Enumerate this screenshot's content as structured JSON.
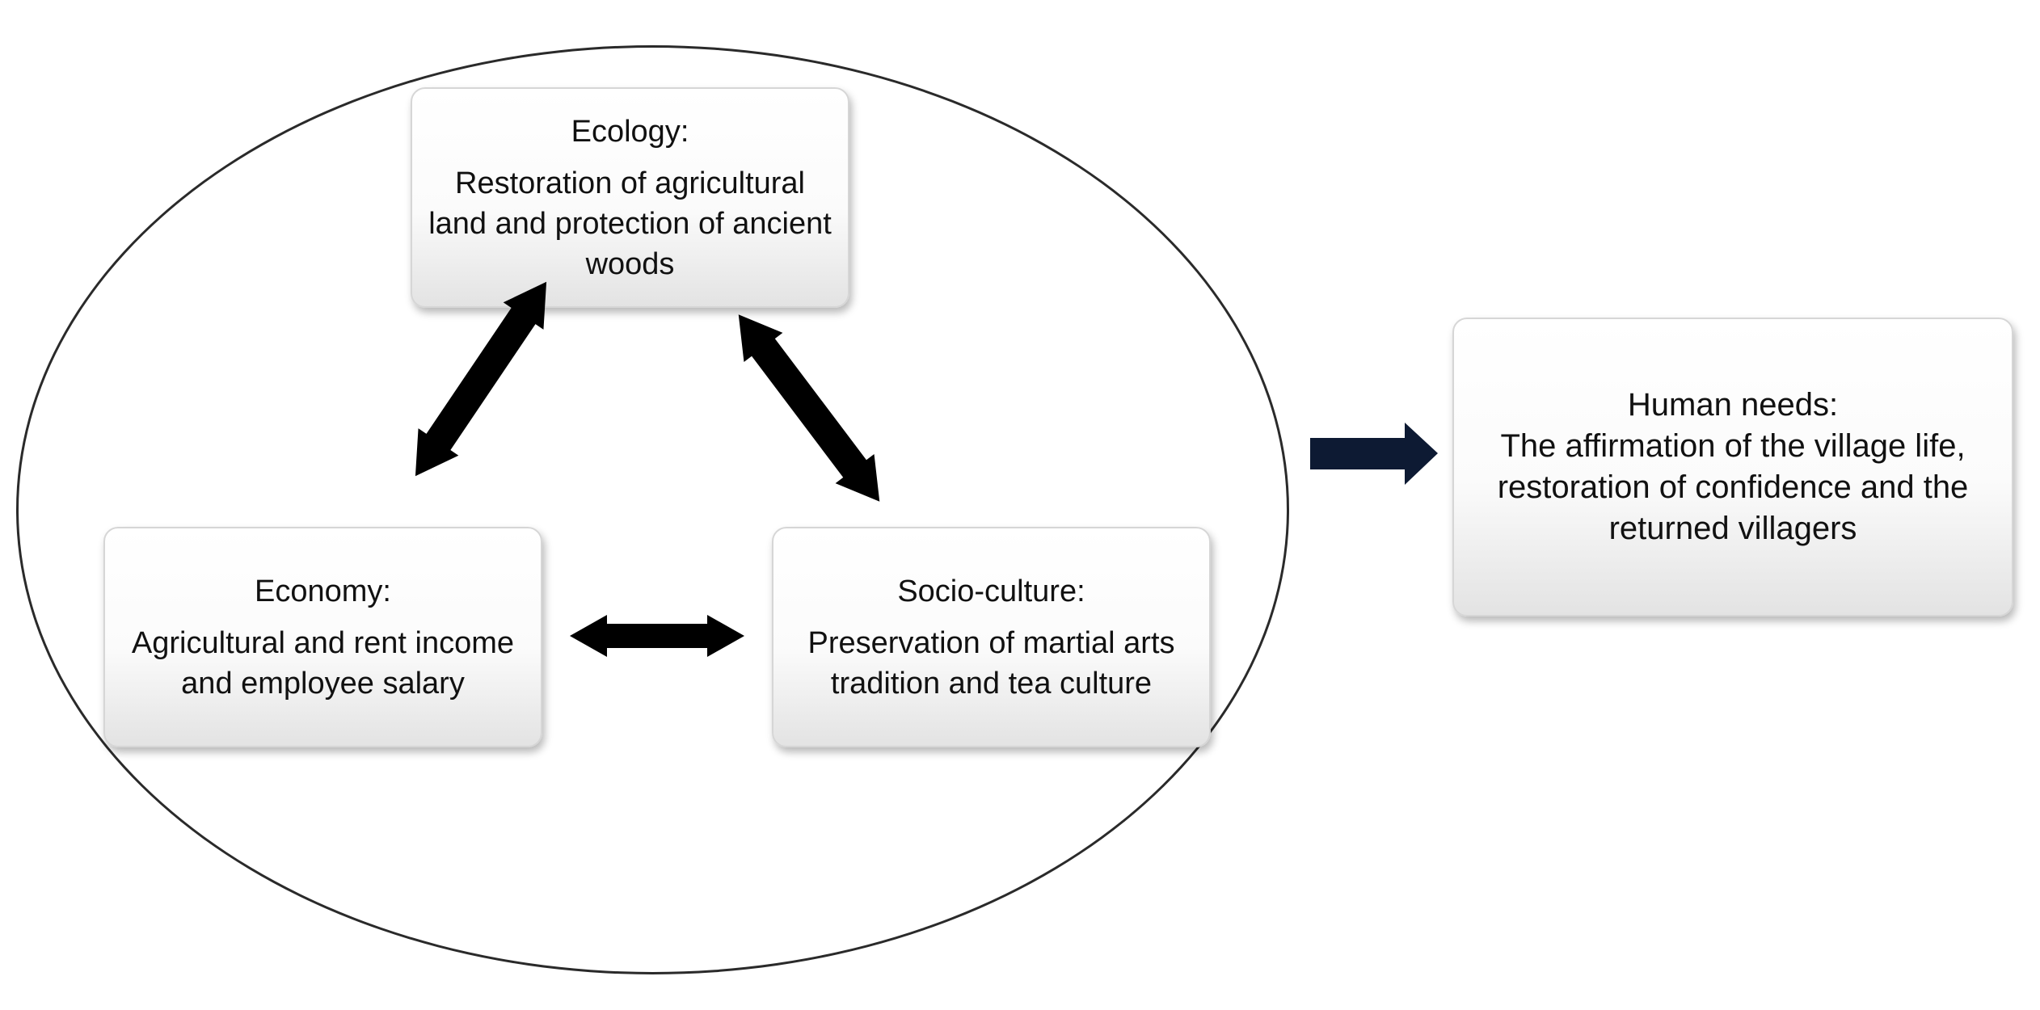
{
  "ecology": {
    "title": "Ecology:",
    "text": "Restoration of agricultural land and protection of ancient woods"
  },
  "economy": {
    "title": "Economy:",
    "text": "Agricultural and rent income and employee salary"
  },
  "socio_culture": {
    "title": "Socio-culture:",
    "text": "Preservation of martial arts tradition and tea culture"
  },
  "human_needs": {
    "title": "Human needs:",
    "text": "The affirmation of the village life, restoration of confidence and the returned villagers"
  },
  "colors": {
    "double_arrows": "#000000",
    "output_arrow": "#0d1a33",
    "ellipse_stroke": "#2a2a2a"
  }
}
